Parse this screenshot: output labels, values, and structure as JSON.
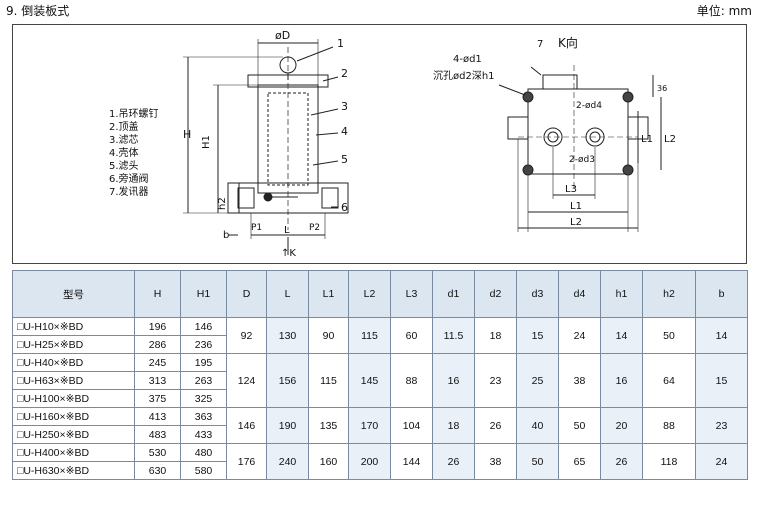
{
  "header": {
    "title": "9. 倒装板式",
    "unit": "单位: mm"
  },
  "drawing": {
    "left_labels": {
      "H": "H",
      "H1": "H1",
      "h2": "h2",
      "b": "b",
      "P1": "P1",
      "L": "L",
      "P2": "P2",
      "K": "↑K",
      "phiD": "øD"
    },
    "callouts": [
      "1",
      "2",
      "3",
      "4",
      "5",
      "6"
    ],
    "legend": [
      "1.吊环螺钉",
      "2.顶盖",
      "3.滤芯",
      "4.壳体",
      "5.滤头",
      "6.旁通阀",
      "7.发讯器"
    ],
    "right_labels": {
      "k_dir": "K向",
      "holes": "4-ød1",
      "counterbore": "沉孔ød2深h1",
      "seven": "7",
      "d4": "2-ød4",
      "d3": "2-ød3",
      "dim36": "36",
      "L1v": "L1",
      "L2v": "L2",
      "L3": "L3",
      "L1h": "L1",
      "L2h": "L2"
    }
  },
  "table": {
    "headers": [
      "型号",
      "H",
      "H1",
      "D",
      "L",
      "L1",
      "L2",
      "L3",
      "d1",
      "d2",
      "d3",
      "d4",
      "h1",
      "h2",
      "b"
    ],
    "models": [
      {
        "name": "□U-H10×※BD",
        "H": "196",
        "H1": "146"
      },
      {
        "name": "□U-H25×※BD",
        "H": "286",
        "H1": "236"
      },
      {
        "name": "□U-H40×※BD",
        "H": "245",
        "H1": "195"
      },
      {
        "name": "□U-H63×※BD",
        "H": "313",
        "H1": "263"
      },
      {
        "name": "□U-H100×※BD",
        "H": "375",
        "H1": "325"
      },
      {
        "name": "□U-H160×※BD",
        "H": "413",
        "H1": "363"
      },
      {
        "name": "□U-H250×※BD",
        "H": "483",
        "H1": "433"
      },
      {
        "name": "□U-H400×※BD",
        "H": "530",
        "H1": "480"
      },
      {
        "name": "□U-H630×※BD",
        "H": "630",
        "H1": "580"
      }
    ],
    "groups": [
      {
        "rows": 2,
        "values": [
          "92",
          "130",
          "90",
          "115",
          "60",
          "11.5",
          "18",
          "15",
          "24",
          "14",
          "50",
          "14"
        ]
      },
      {
        "rows": 3,
        "values": [
          "124",
          "156",
          "115",
          "145",
          "88",
          "16",
          "23",
          "25",
          "38",
          "16",
          "64",
          "15"
        ]
      },
      {
        "rows": 2,
        "values": [
          "146",
          "190",
          "135",
          "170",
          "104",
          "18",
          "26",
          "40",
          "50",
          "20",
          "88",
          "23"
        ]
      },
      {
        "rows": 2,
        "values": [
          "176",
          "240",
          "160",
          "200",
          "144",
          "26",
          "38",
          "50",
          "65",
          "26",
          "118",
          "24"
        ]
      }
    ]
  }
}
